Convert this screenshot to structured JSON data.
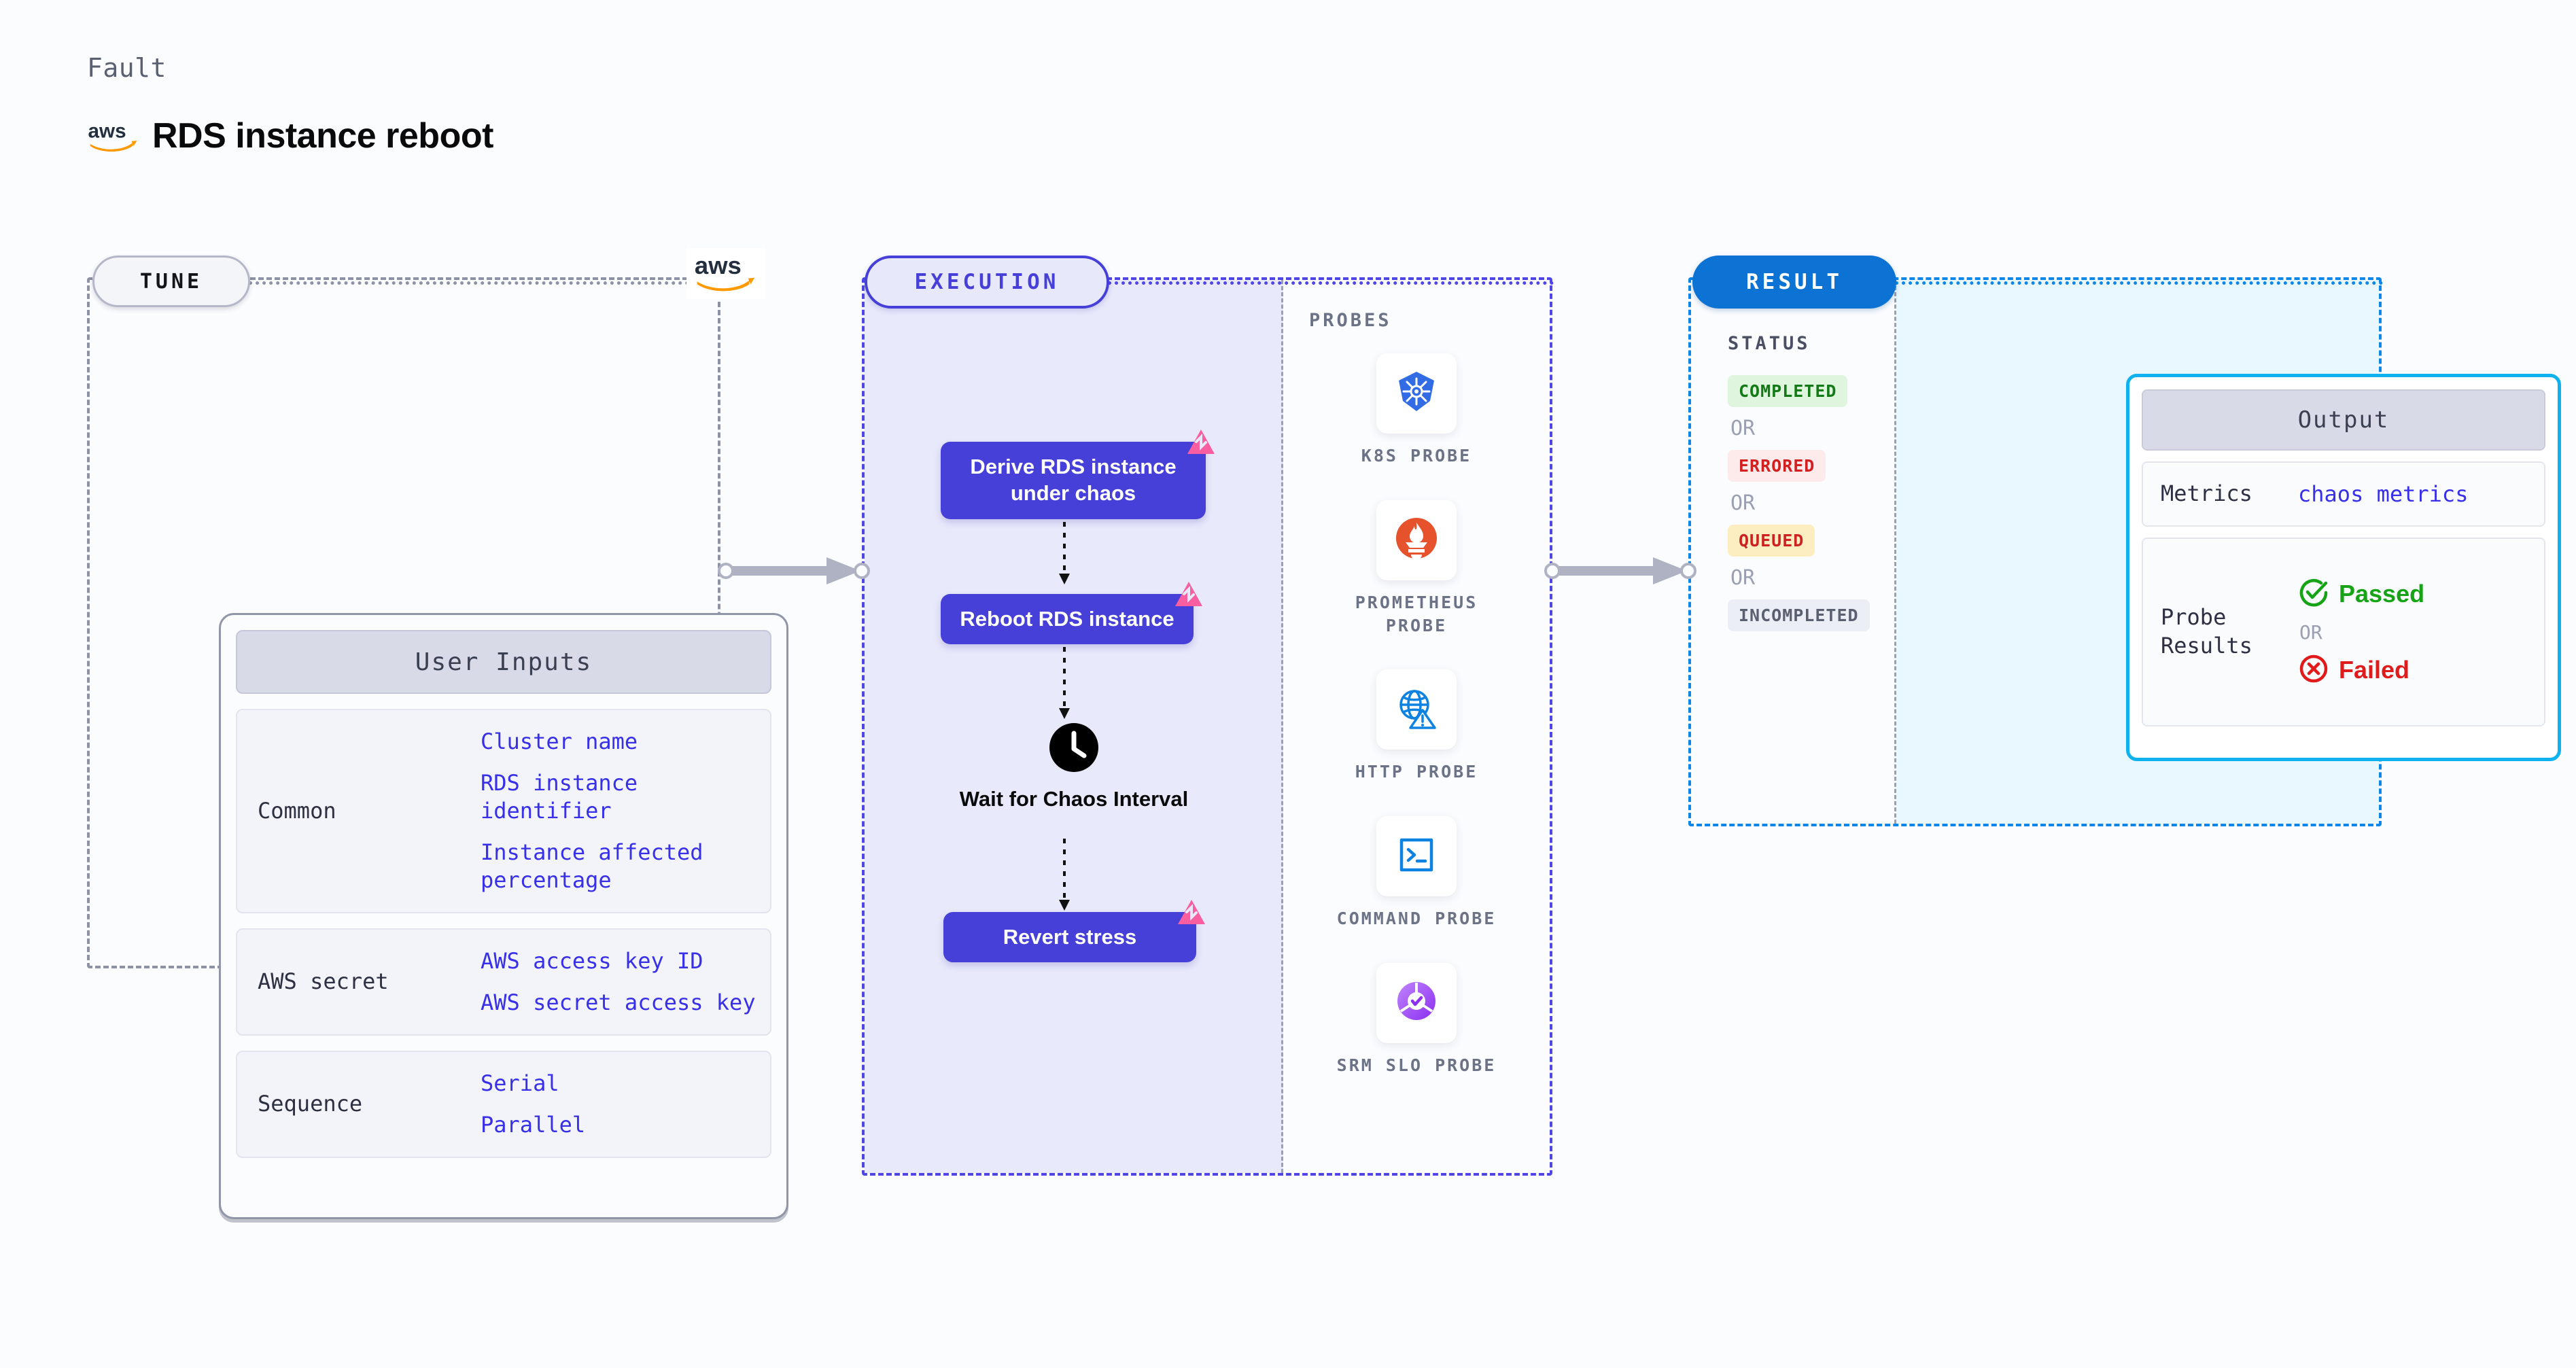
{
  "header": {
    "eyebrow": "Fault",
    "title": "RDS instance reboot",
    "brand_icon": "aws-logo"
  },
  "sections": {
    "tune": {
      "badge": "TUNE",
      "brand_icon": "aws-logo"
    },
    "execution": {
      "badge": "EXECUTION"
    },
    "result": {
      "badge": "RESULT"
    }
  },
  "tune": {
    "card_title": "User Inputs",
    "groups": [
      {
        "label": "Common",
        "items": [
          "Cluster name",
          "RDS instance identifier",
          "Instance affected percentage"
        ]
      },
      {
        "label": "AWS secret",
        "items": [
          "AWS access key ID",
          "AWS secret access key"
        ]
      },
      {
        "label": "Sequence",
        "items": [
          "Serial",
          "Parallel"
        ]
      }
    ]
  },
  "execution": {
    "nodes": [
      {
        "label": "Derive RDS instance under chaos",
        "badge_icon": "litmus-chaos-icon",
        "type": "task"
      },
      {
        "label": "Reboot RDS instance",
        "badge_icon": "litmus-chaos-icon",
        "type": "task"
      },
      {
        "label": "Wait for Chaos Interval",
        "icon": "clock-icon",
        "type": "wait"
      },
      {
        "label": "Revert stress",
        "badge_icon": "litmus-chaos-icon",
        "type": "task"
      }
    ]
  },
  "probes": {
    "title": "PROBES",
    "items": [
      {
        "label": "K8S PROBE",
        "icon": "kubernetes-icon"
      },
      {
        "label": "PROMETHEUS PROBE",
        "icon": "prometheus-icon"
      },
      {
        "label": "HTTP PROBE",
        "icon": "http-globe-warning-icon"
      },
      {
        "label": "COMMAND PROBE",
        "icon": "terminal-icon"
      },
      {
        "label": "SRM SLO PROBE",
        "icon": "srm-slo-icon"
      }
    ]
  },
  "result": {
    "status_title": "STATUS",
    "or_label": "OR",
    "statuses": [
      {
        "label": "COMPLETED",
        "bg": "#dff5dd",
        "fg": "#147a18"
      },
      {
        "label": "ERRORED",
        "bg": "#fdeaea",
        "fg": "#d21f1f"
      },
      {
        "label": "QUEUED",
        "bg": "#fdeec2",
        "fg": "#cc2222"
      },
      {
        "label": "INCOMPLETED",
        "bg": "#eceef5",
        "fg": "#5a6070"
      }
    ],
    "output": {
      "title": "Output",
      "metrics_label": "Metrics",
      "metrics_value": "chaos metrics",
      "probe_label": "Probe Results",
      "or_label": "OR",
      "passed_label": "Passed",
      "passed_color": "#16a316",
      "passed_icon": "check-circle-icon",
      "failed_label": "Failed",
      "failed_color": "#e01b1b",
      "failed_icon": "x-circle-icon"
    }
  },
  "colors": {
    "execution_accent": "#4640d8",
    "result_accent": "#0c73d4",
    "tune_accent": "#8d93a5",
    "node_fill": "#4640d8",
    "litmus_pink": "#f95fa0"
  }
}
